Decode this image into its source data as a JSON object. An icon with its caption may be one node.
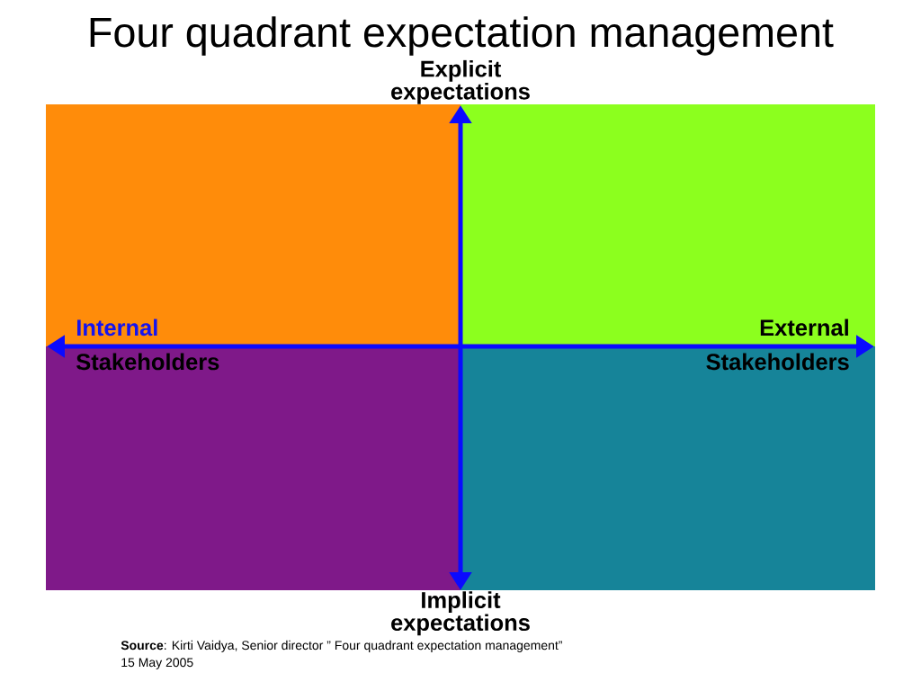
{
  "diagram": {
    "title": "Four quadrant expectation management",
    "labels": [
      "Explicit expectations",
      "Internal",
      "External",
      "Stakeholders",
      "Stakeholders",
      "Implicit expectations",
      "**Source**: Kirti Vaidya, Senior director ” Four quadrant expectation management”",
      "15 May 2005"
    ]
  }
}
